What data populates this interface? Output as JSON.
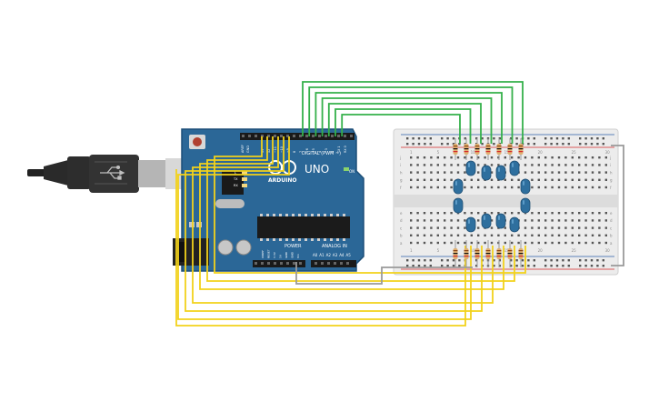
{
  "board": {
    "name": "UNO",
    "brand": "ARDUINO",
    "digital_label": "DIGITAL (PWM ~)",
    "power_label": "POWER",
    "analog_label": "ANALOG IN",
    "tx_label": "TX",
    "rx_label": "RX",
    "l_label": "L",
    "on_label": "ON",
    "aref_label": "AREF",
    "gnd_label": "GND",
    "pin_numbers": [
      "13",
      "12",
      "~11",
      "~10",
      "~9",
      "8",
      "7",
      "~6",
      "~5",
      "4",
      "~3",
      "2",
      "TX 1",
      "RX 0"
    ],
    "power_pins": [
      "IOREF",
      "RESET",
      "3.3V",
      "5V",
      "GND",
      "GND",
      "Vin"
    ],
    "analog_pins": [
      "A0",
      "A1",
      "A2",
      "A3",
      "A4",
      "A5"
    ]
  },
  "breadboard": {
    "row_letters_top": [
      "j",
      "i",
      "h",
      "g",
      "f"
    ],
    "row_letters_bottom": [
      "e",
      "d",
      "c",
      "b",
      "a"
    ],
    "column_numbers": [
      "1",
      "5",
      "10",
      "15",
      "20",
      "25",
      "30"
    ]
  },
  "colors": {
    "board": "#2b6797",
    "board_dark": "#1d4f78",
    "breadboard": "#ececec",
    "wire_green": "#34b04a",
    "wire_yellow": "#f2d21b",
    "wire_gray": "#9a9a9a",
    "led_blue": "#2e6f9e",
    "resistor": "#e0b070",
    "rail_red": "#d42a2a",
    "usb_cable": "#2a2a2a"
  },
  "circuit": {
    "led_count": 12,
    "resistor_count": 12
  }
}
